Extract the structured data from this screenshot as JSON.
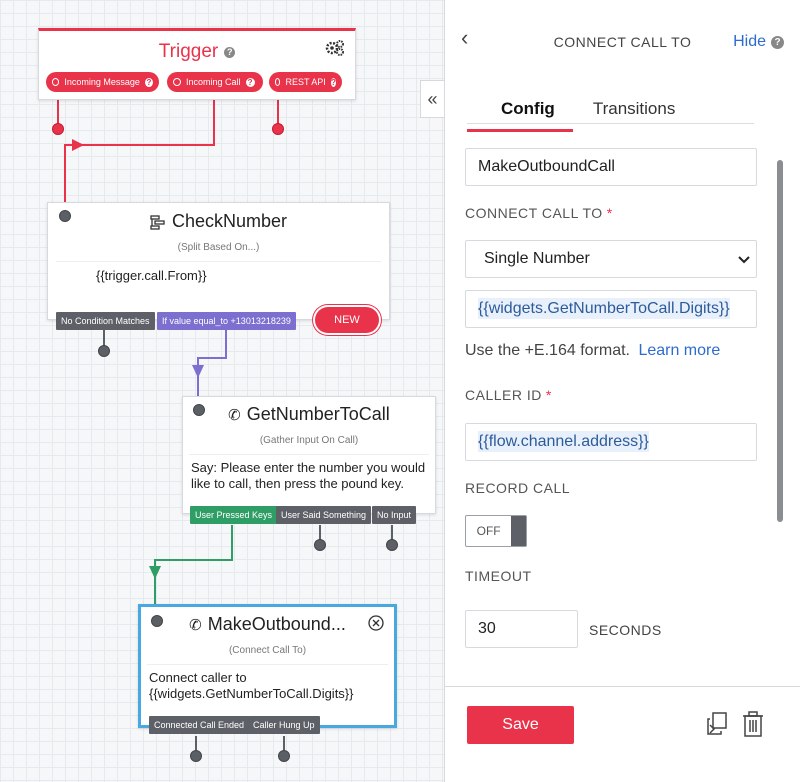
{
  "trigger": {
    "title": "Trigger",
    "pills": [
      "Incoming Message",
      "Incoming Call",
      "REST API"
    ]
  },
  "check_number": {
    "title": "CheckNumber",
    "subtitle": "(Split Based On...)",
    "body": "{{trigger.call.From}}",
    "transitions": [
      "No Condition Matches",
      "If value equal_to +13013218239"
    ],
    "new_badge": "NEW"
  },
  "get_number": {
    "title": "GetNumberToCall",
    "subtitle": "(Gather Input On Call)",
    "body": "Say: Please enter the number you would like to call, then press the pound key.",
    "transitions": [
      "User Pressed Keys",
      "User Said Something",
      "No Input"
    ]
  },
  "make_outbound": {
    "title": "MakeOutbound...",
    "subtitle": "(Connect Call To)",
    "body_line1": "Connect caller to",
    "body_line2": "{{widgets.GetNumberToCall.Digits}}",
    "transitions": [
      "Connected Call Ended",
      "Caller Hung Up"
    ]
  },
  "panel": {
    "title": "CONNECT CALL TO",
    "hide_label": "Hide",
    "tabs": [
      "Config",
      "Transitions"
    ],
    "widget_name": "MakeOutboundCall",
    "connect_label": "CONNECT CALL TO",
    "connect_value": "Single Number",
    "number_value": "{{widgets.GetNumberToCall.Digits}}",
    "hint": "Use the +E.164 format.",
    "learn_more": "Learn more",
    "caller_id_label": "CALLER ID",
    "caller_id_value": "{{flow.channel.address}}",
    "record_label": "RECORD CALL",
    "record_value": "OFF",
    "timeout_label": "TIMEOUT",
    "timeout_value": "30",
    "timeout_unit": "SECONDS",
    "save_label": "Save"
  },
  "colors": {
    "accent": "#e8334a",
    "link": "#2d6bcf",
    "purple": "#7b6fd0",
    "green": "#2f9d66",
    "selected_border": "#4aa8e0"
  }
}
